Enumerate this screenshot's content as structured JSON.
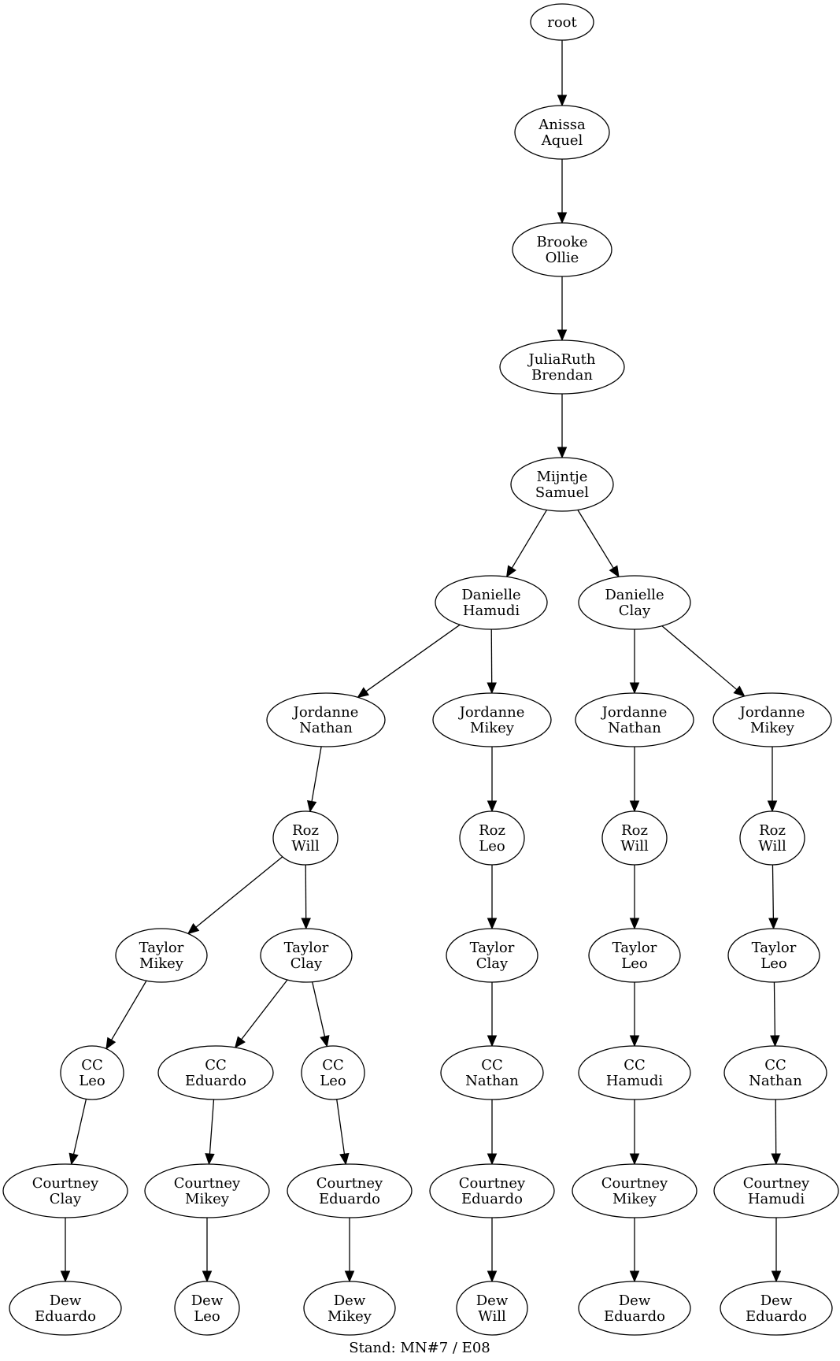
{
  "caption": "Stand: MN#7 / E08",
  "nodes": [
    {
      "id": "n0",
      "lines": [
        "root"
      ]
    },
    {
      "id": "n1",
      "lines": [
        "Anissa",
        "Aquel"
      ]
    },
    {
      "id": "n2",
      "lines": [
        "Brooke",
        "Ollie"
      ]
    },
    {
      "id": "n3",
      "lines": [
        "JuliaRuth",
        "Brendan"
      ]
    },
    {
      "id": "n4",
      "lines": [
        "Mijntje",
        "Samuel"
      ]
    },
    {
      "id": "n5",
      "lines": [
        "Danielle",
        "Hamudi"
      ]
    },
    {
      "id": "n6",
      "lines": [
        "Danielle",
        "Clay"
      ]
    },
    {
      "id": "n7",
      "lines": [
        "Jordanne",
        "Nathan"
      ]
    },
    {
      "id": "n8",
      "lines": [
        "Jordanne",
        "Mikey"
      ]
    },
    {
      "id": "n9",
      "lines": [
        "Jordanne",
        "Nathan"
      ]
    },
    {
      "id": "n10",
      "lines": [
        "Jordanne",
        "Mikey"
      ]
    },
    {
      "id": "n11",
      "lines": [
        "Roz",
        "Will"
      ]
    },
    {
      "id": "n12",
      "lines": [
        "Roz",
        "Leo"
      ]
    },
    {
      "id": "n13",
      "lines": [
        "Roz",
        "Will"
      ]
    },
    {
      "id": "n14",
      "lines": [
        "Roz",
        "Will"
      ]
    },
    {
      "id": "n15",
      "lines": [
        "Taylor",
        "Mikey"
      ]
    },
    {
      "id": "n16",
      "lines": [
        "Taylor",
        "Clay"
      ]
    },
    {
      "id": "n17",
      "lines": [
        "Taylor",
        "Clay"
      ]
    },
    {
      "id": "n18",
      "lines": [
        "Taylor",
        "Leo"
      ]
    },
    {
      "id": "n19",
      "lines": [
        "Taylor",
        "Leo"
      ]
    },
    {
      "id": "n20",
      "lines": [
        "CC",
        "Leo"
      ]
    },
    {
      "id": "n21",
      "lines": [
        "CC",
        "Eduardo"
      ]
    },
    {
      "id": "n22",
      "lines": [
        "CC",
        "Leo"
      ]
    },
    {
      "id": "n23",
      "lines": [
        "CC",
        "Nathan"
      ]
    },
    {
      "id": "n24",
      "lines": [
        "CC",
        "Hamudi"
      ]
    },
    {
      "id": "n25",
      "lines": [
        "CC",
        "Nathan"
      ]
    },
    {
      "id": "n26",
      "lines": [
        "Courtney",
        "Clay"
      ]
    },
    {
      "id": "n27",
      "lines": [
        "Courtney",
        "Mikey"
      ]
    },
    {
      "id": "n28",
      "lines": [
        "Courtney",
        "Eduardo"
      ]
    },
    {
      "id": "n29",
      "lines": [
        "Courtney",
        "Eduardo"
      ]
    },
    {
      "id": "n30",
      "lines": [
        "Courtney",
        "Mikey"
      ]
    },
    {
      "id": "n31",
      "lines": [
        "Courtney",
        "Hamudi"
      ]
    },
    {
      "id": "n32",
      "lines": [
        "Dew",
        "Eduardo"
      ]
    },
    {
      "id": "n33",
      "lines": [
        "Dew",
        "Leo"
      ]
    },
    {
      "id": "n34",
      "lines": [
        "Dew",
        "Mikey"
      ]
    },
    {
      "id": "n35",
      "lines": [
        "Dew",
        "Will"
      ]
    },
    {
      "id": "n36",
      "lines": [
        "Dew",
        "Eduardo"
      ]
    },
    {
      "id": "n37",
      "lines": [
        "Dew",
        "Eduardo"
      ]
    }
  ],
  "edges": [
    [
      "n0",
      "n1"
    ],
    [
      "n1",
      "n2"
    ],
    [
      "n2",
      "n3"
    ],
    [
      "n3",
      "n4"
    ],
    [
      "n4",
      "n5"
    ],
    [
      "n4",
      "n6"
    ],
    [
      "n5",
      "n7"
    ],
    [
      "n5",
      "n8"
    ],
    [
      "n6",
      "n9"
    ],
    [
      "n6",
      "n10"
    ],
    [
      "n7",
      "n11"
    ],
    [
      "n8",
      "n12"
    ],
    [
      "n9",
      "n13"
    ],
    [
      "n10",
      "n14"
    ],
    [
      "n11",
      "n15"
    ],
    [
      "n11",
      "n16"
    ],
    [
      "n12",
      "n17"
    ],
    [
      "n13",
      "n18"
    ],
    [
      "n14",
      "n19"
    ],
    [
      "n15",
      "n20"
    ],
    [
      "n16",
      "n21"
    ],
    [
      "n16",
      "n22"
    ],
    [
      "n17",
      "n23"
    ],
    [
      "n18",
      "n24"
    ],
    [
      "n19",
      "n25"
    ],
    [
      "n20",
      "n26"
    ],
    [
      "n21",
      "n27"
    ],
    [
      "n22",
      "n28"
    ],
    [
      "n23",
      "n29"
    ],
    [
      "n24",
      "n30"
    ],
    [
      "n25",
      "n31"
    ],
    [
      "n26",
      "n32"
    ],
    [
      "n27",
      "n33"
    ],
    [
      "n28",
      "n34"
    ],
    [
      "n29",
      "n35"
    ],
    [
      "n30",
      "n36"
    ],
    [
      "n31",
      "n37"
    ]
  ]
}
